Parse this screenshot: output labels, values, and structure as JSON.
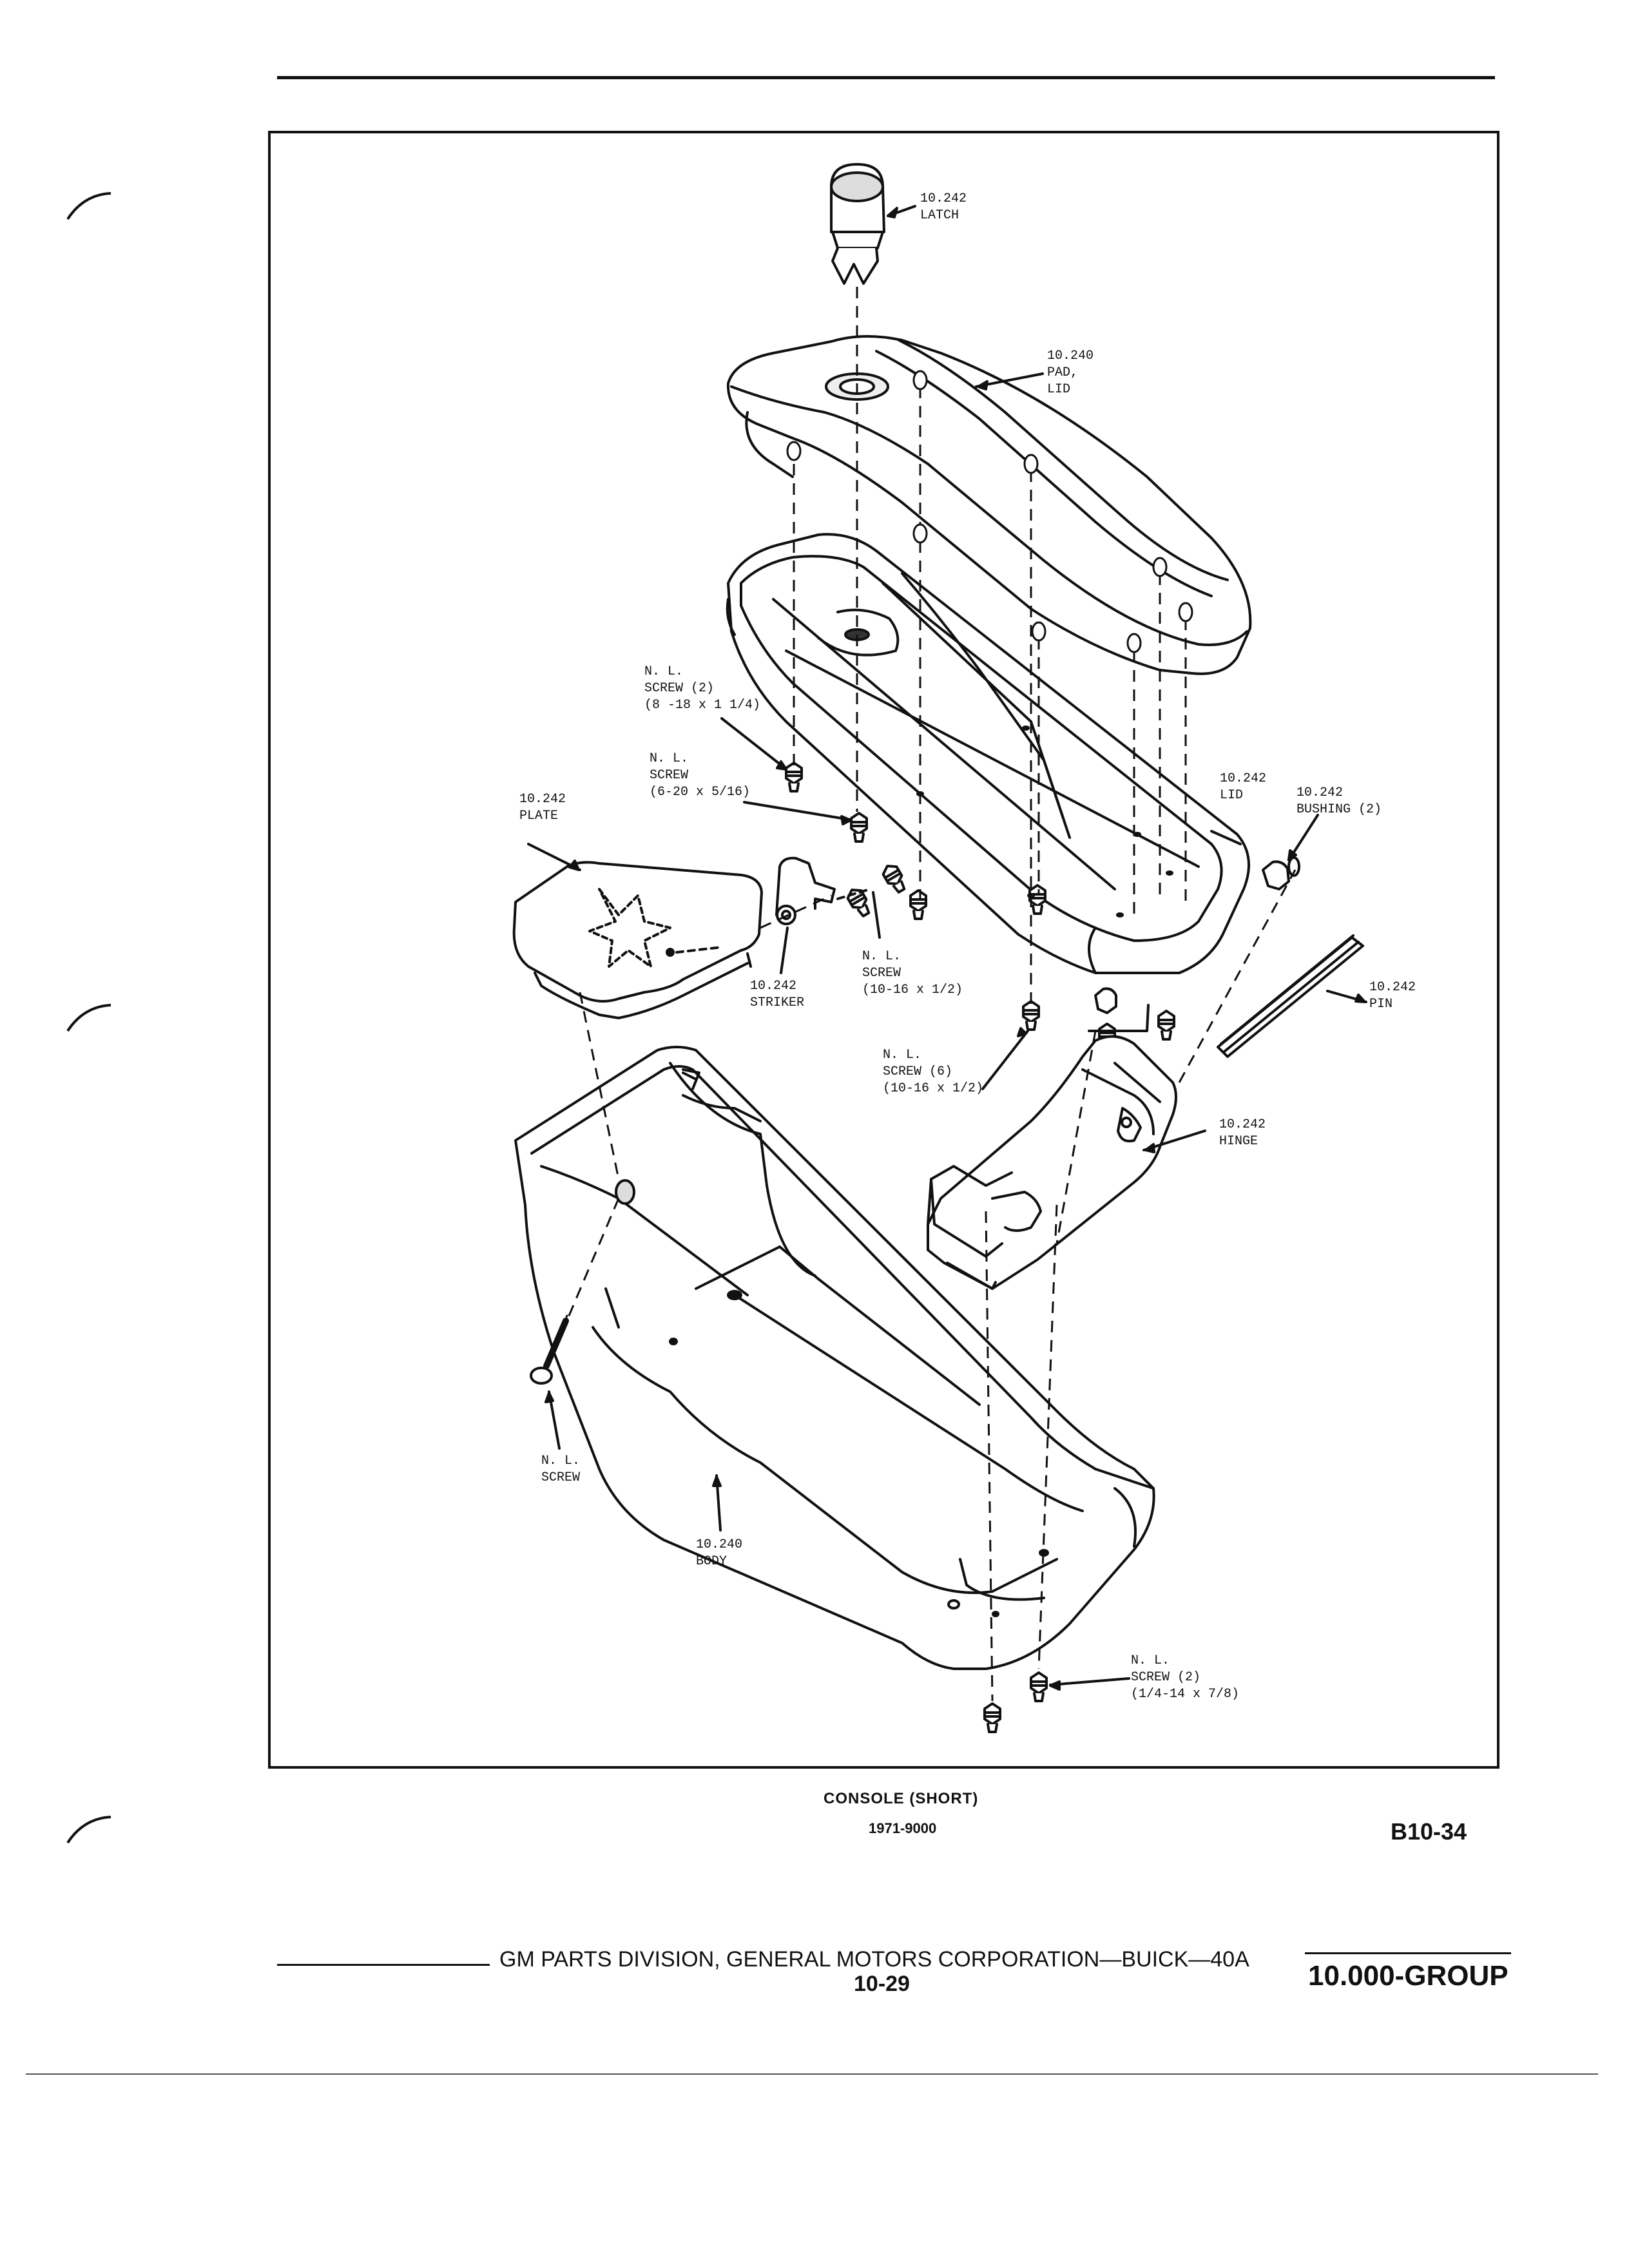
{
  "diagram": {
    "labels": {
      "latch": [
        "10.242",
        "LATCH"
      ],
      "pad_lid": [
        "10.240",
        "PAD,",
        "LID"
      ],
      "screw_2": [
        "N. L.",
        "SCREW (2)",
        "(8 -18 x 1 1/4)"
      ],
      "screw_6_20": [
        "N. L.",
        "SCREW",
        "(6-20 x 5/16)"
      ],
      "plate": [
        "10.242",
        "PLATE"
      ],
      "lid": [
        "10.242",
        "LID"
      ],
      "bushing": [
        "10.242",
        "BUSHING (2)"
      ],
      "striker": [
        "10.242",
        "STRIKER"
      ],
      "screw_10_16": [
        "N. L.",
        "SCREW",
        "(10-16 x 1/2)"
      ],
      "pin": [
        "10.242",
        "PIN"
      ],
      "screw_6": [
        "N. L.",
        "SCREW (6)",
        "(10-16 x 1/2)"
      ],
      "hinge": [
        "10.242",
        "HINGE"
      ],
      "screw_body": [
        "N. L.",
        "SCREW"
      ],
      "body": [
        "10.240",
        "BODY"
      ],
      "screw_bottom": [
        "N. L.",
        "SCREW (2)",
        "(1/4-14 x 7/8)"
      ]
    }
  },
  "caption": {
    "title": "CONSOLE (SHORT)",
    "number": "1971-9000",
    "code": "B10-34"
  },
  "footer": {
    "publisher": "GM PARTS DIVISION, GENERAL MOTORS CORPORATION—BUICK—40A",
    "page": "10-29",
    "group": "10.000-GROUP"
  }
}
